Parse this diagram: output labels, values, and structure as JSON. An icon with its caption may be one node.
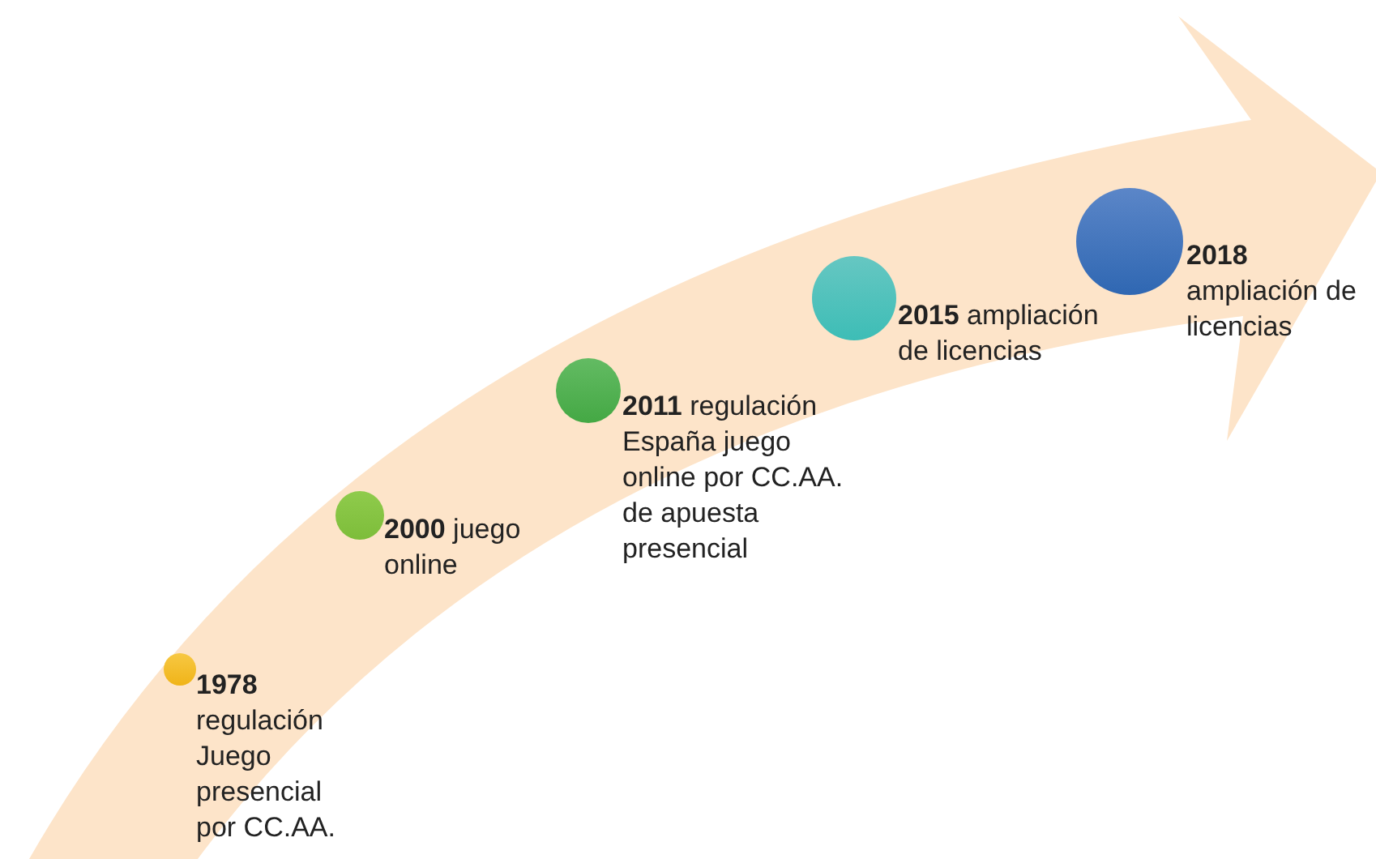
{
  "diagram": {
    "nodes": [
      {
        "text": [],
        "shape": "circle",
        "beside": [
          "**1978** regulación Juego presencial por CC.AA."
        ]
      },
      {
        "text": [],
        "shape": "circle",
        "beside": [
          "**2000** juego online"
        ]
      },
      {
        "text": [],
        "shape": "circle",
        "beside": [
          "**2011** regulación España juego online por CC.AA. de apuesta presencial"
        ]
      },
      {
        "text": [],
        "shape": "circle",
        "beside": [
          "**2015** ampliación de licencias"
        ]
      },
      {
        "text": [],
        "shape": "circle",
        "beside": [
          "**2018** ampliación de licencias"
        ]
      }
    ]
  }
}
